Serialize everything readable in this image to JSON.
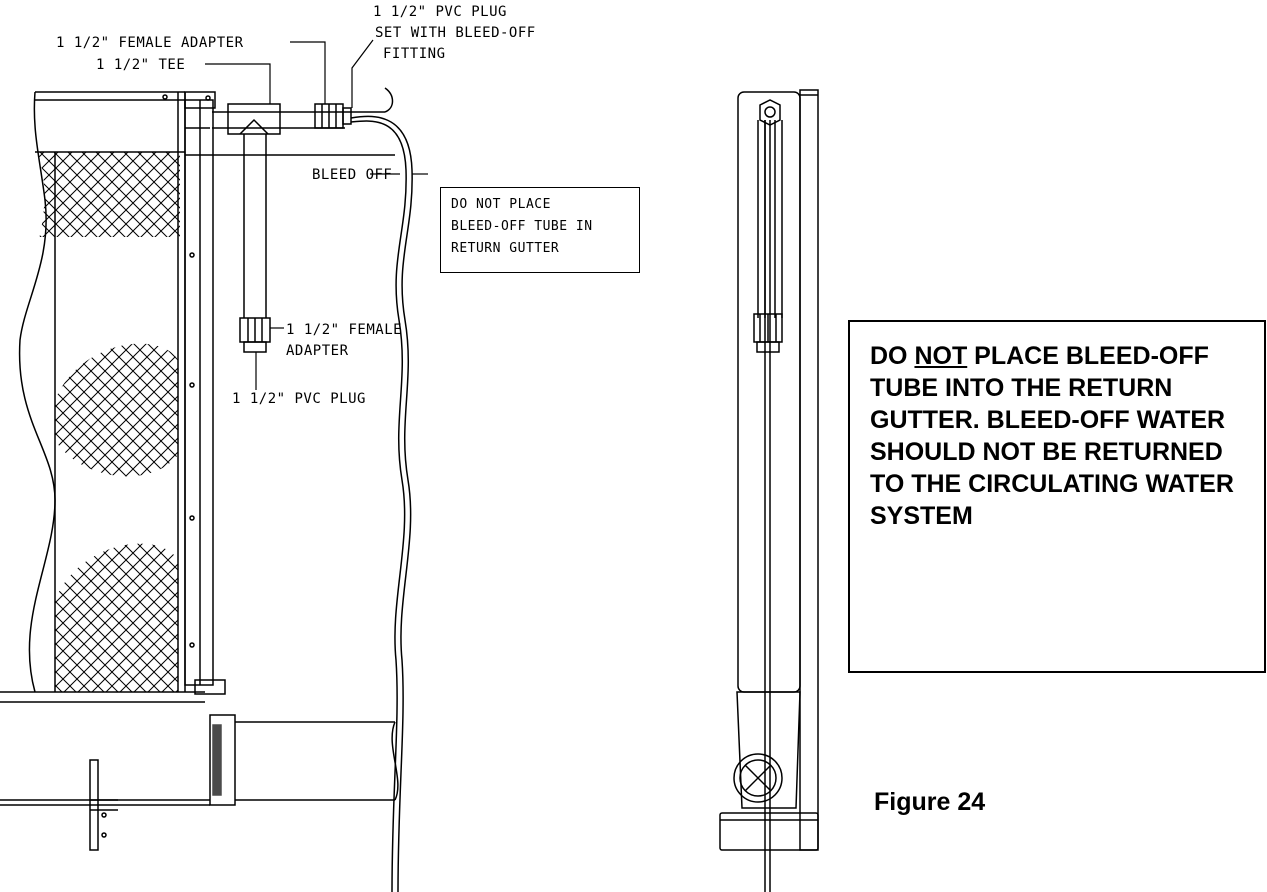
{
  "labels": {
    "female_adapter_top": "1 1/2\" FEMALE ADAPTER",
    "tee": "1 1/2\" TEE",
    "pvc_plug_top_1": "1 1/2\" PVC PLUG",
    "pvc_plug_top_2": "SET WITH BLEED-OFF",
    "pvc_plug_top_3": "FITTING",
    "bleed_off": "BLEED OFF",
    "female_adapter_lower_1": "1 1/2\" FEMALE",
    "female_adapter_lower_2": "ADAPTER",
    "pvc_plug_lower": "1 1/2\" PVC PLUG"
  },
  "note": {
    "line1": "DO NOT PLACE",
    "line2": "BLEED-OFF TUBE IN",
    "line3": "RETURN GUTTER"
  },
  "warning": {
    "pre": "DO ",
    "emph": "NOT",
    "post": " PLACE BLEED-OFF TUBE INTO THE RETURN GUTTER. BLEED-OFF WATER SHOULD NOT BE RETURNED TO THE CIRCULATING WATER SYSTEM"
  },
  "figure_caption": "Figure 24"
}
